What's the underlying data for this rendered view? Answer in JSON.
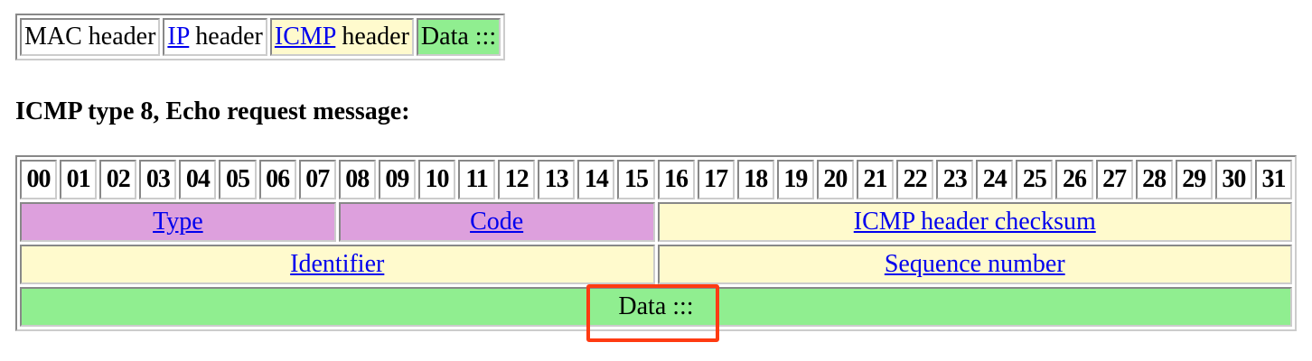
{
  "encapsulation": {
    "mac": "MAC header",
    "ip_link": "IP",
    "ip_rest": " header",
    "icmp_link": "ICMP",
    "icmp_rest": " header",
    "data": "Data :::"
  },
  "heading": "ICMP type 8, Echo request message:",
  "bit_numbers": [
    "00",
    "01",
    "02",
    "03",
    "04",
    "05",
    "06",
    "07",
    "08",
    "09",
    "10",
    "11",
    "12",
    "13",
    "14",
    "15",
    "16",
    "17",
    "18",
    "19",
    "20",
    "21",
    "22",
    "23",
    "24",
    "25",
    "26",
    "27",
    "28",
    "29",
    "30",
    "31"
  ],
  "fields": {
    "type": "Type",
    "code": "Code",
    "checksum": "ICMP header checksum",
    "identifier": "Identifier",
    "sequence": "Sequence number",
    "data": "Data :::"
  },
  "colors": {
    "pink": "#dda0dd",
    "cream": "#fffacd",
    "green": "#90ee90",
    "link": "#0000ee",
    "highlight": "#ff3b12"
  }
}
